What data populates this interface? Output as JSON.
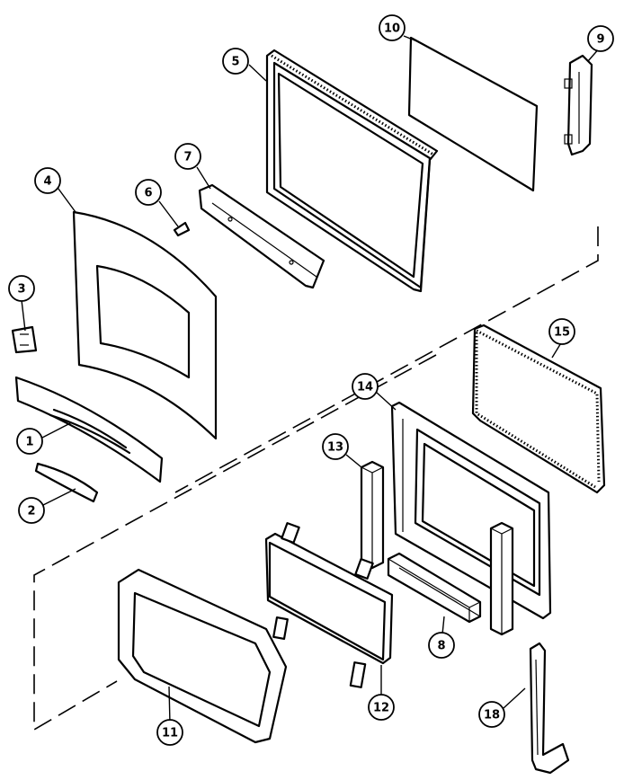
{
  "callouts": [
    {
      "id": "1",
      "label": "1"
    },
    {
      "id": "2",
      "label": "2"
    },
    {
      "id": "3",
      "label": "3"
    },
    {
      "id": "4",
      "label": "4"
    },
    {
      "id": "5",
      "label": "5"
    },
    {
      "id": "6",
      "label": "6"
    },
    {
      "id": "7",
      "label": "7"
    },
    {
      "id": "8",
      "label": "8"
    },
    {
      "id": "9",
      "label": "9"
    },
    {
      "id": "10",
      "label": "10"
    },
    {
      "id": "11",
      "label": "11"
    },
    {
      "id": "12",
      "label": "12"
    },
    {
      "id": "13",
      "label": "13"
    },
    {
      "id": "14",
      "label": "14"
    },
    {
      "id": "15",
      "label": "15"
    },
    {
      "id": "18",
      "label": "18"
    }
  ]
}
